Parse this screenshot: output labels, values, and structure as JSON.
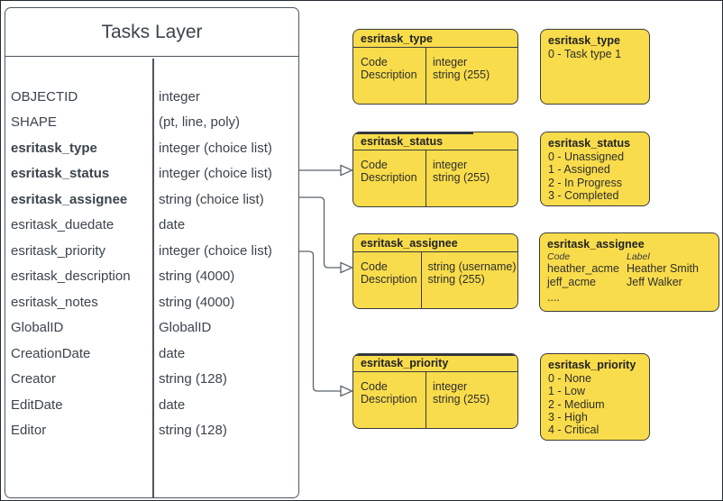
{
  "colors": {
    "box_fill": "#f9dc4b",
    "box_border": "#3c3c3c",
    "table_border": "#4d565f",
    "table_text": "#3c444c",
    "connector": "#5b636d"
  },
  "tasks_table": {
    "title": "Tasks Layer",
    "fields": [
      {
        "name": "OBJECTID",
        "type": "integer"
      },
      {
        "name": "SHAPE",
        "type": "(pt, line, poly)"
      },
      {
        "name": "esritask_type",
        "type": "integer (choice list)"
      },
      {
        "name": "esritask_status",
        "type": "integer (choice list)"
      },
      {
        "name": "esritask_assignee",
        "type": "string (choice list)"
      },
      {
        "name": "esritask_duedate",
        "type": "date"
      },
      {
        "name": "esritask_priority",
        "type": "integer (choice list)"
      },
      {
        "name": "esritask_description",
        "type": "string (4000)"
      },
      {
        "name": "esritask_notes",
        "type": "string (4000)"
      },
      {
        "name": "GlobalID",
        "type": "GlobalID"
      },
      {
        "name": "CreationDate",
        "type": "date"
      },
      {
        "name": "Creator",
        "type": "string (128)"
      },
      {
        "name": "EditDate",
        "type": "date"
      },
      {
        "name": "Editor",
        "type": "string (128)"
      }
    ]
  },
  "domain_tables": [
    {
      "title": "esritask_type",
      "attr": [
        "Code",
        "Description"
      ],
      "types": [
        "integer",
        "string (255)"
      ]
    },
    {
      "title": "esritask_status",
      "attr": [
        "Code",
        "Description"
      ],
      "types": [
        "integer",
        "string (255)"
      ]
    },
    {
      "title": "esritask_assignee",
      "attr": [
        "Code",
        "Description"
      ],
      "types": [
        "string (username)",
        "string (255)"
      ]
    },
    {
      "title": "esritask_priority",
      "attr": [
        "Code",
        "Description"
      ],
      "types": [
        "integer",
        "string (255)"
      ]
    }
  ],
  "value_lists": [
    {
      "title": "esritask_type",
      "values": [
        "0 - Task type 1"
      ]
    },
    {
      "title": "esritask_status",
      "values": [
        "0 - Unassigned",
        "1 - Assigned",
        "2 - In Progress",
        "3 - Completed"
      ]
    },
    {
      "title": "esritask_assignee",
      "col_headers": [
        "Code",
        "Label"
      ],
      "entries": [
        {
          "code": "heather_acme",
          "label": "Heather Smith"
        },
        {
          "code": "jeff_acme",
          "label": "Jeff Walker"
        }
      ],
      "ellipsis": "...."
    },
    {
      "title": "esritask_priority",
      "values": [
        "0 - None",
        "1 - Low",
        "2 - Medium",
        "3 - High",
        "4 - Critical"
      ]
    }
  ]
}
